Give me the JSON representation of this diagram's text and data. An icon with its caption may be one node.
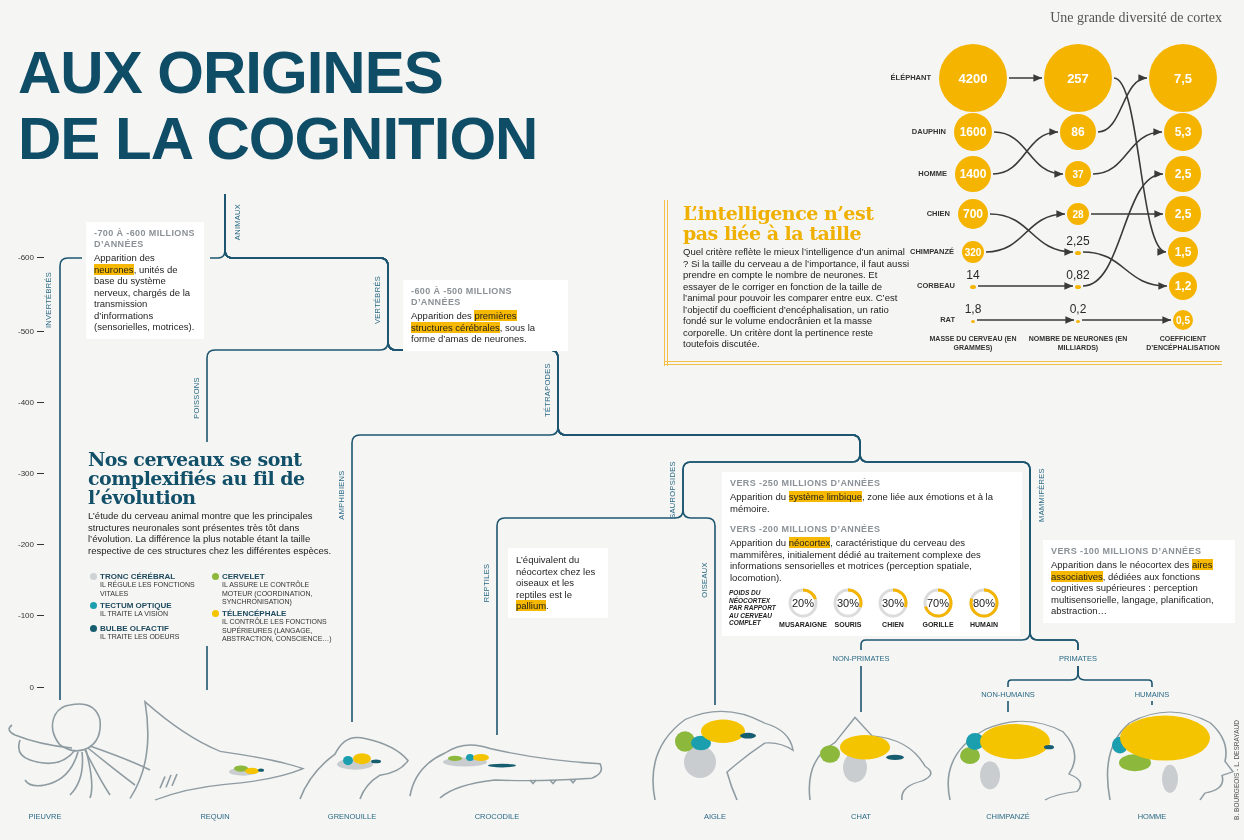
{
  "diagram": {
    "title": "AUX ORIGINES DE LA COGNITION",
    "nodes": [
      {
        "text": [
          "-700 À -600 MILLIONS D’ANNÉES",
          "Apparition des **neurones**, unités de base du système nerveux, chargés de la transmission d’informations (sensorielles, motrices)."
        ]
      },
      {
        "text": [
          "-600 À -500 MILLIONS D’ANNÉES",
          "Apparition des **premières structures cérébrales**, sous la forme d’amas de neurones."
        ]
      },
      {
        "text": [
          "L’équivalent du néocortex chez les oiseaux et les reptiles est le **pallium**."
        ]
      },
      {
        "text": [
          "VERS -250 MILLIONS D’ANNÉES",
          "Apparition du **système limbique**, zone liée aux émotions et à la mémoire."
        ]
      },
      {
        "text": [
          "VERS -200 MILLIONS D’ANNÉES",
          "Apparition du **néocortex**, caractéristique du cerveau des mammifères, initialement dédié au traitement complexe des informations sensorielles et motrices (perception spatiale, locomotion)."
        ]
      },
      {
        "text": [
          "VERS -100 MILLIONS D’ANNÉES",
          "Apparition dans le néocortex des **aires associatives**, dédiées aux fonctions cognitives supérieures : perception multisensorielle, langage, planification, abstraction…"
        ]
      },
      {
        "text": [
          "4200"
        ],
        "beside": [
          "ÉLÉPHANT"
        ]
      },
      {
        "text": [
          "257"
        ]
      },
      {
        "text": [
          "7,5"
        ]
      },
      {
        "text": [
          "1600"
        ],
        "beside": [
          "DAUPHIN"
        ]
      },
      {
        "text": [
          "86"
        ]
      },
      {
        "text": [
          "5,3"
        ]
      },
      {
        "text": [
          "1400"
        ],
        "beside": [
          "HOMME"
        ]
      },
      {
        "text": [
          "37"
        ]
      },
      {
        "text": [
          "2,5"
        ]
      },
      {
        "text": [
          "700"
        ],
        "beside": [
          "CHIEN"
        ]
      },
      {
        "text": [
          "28"
        ]
      },
      {
        "text": [
          "2,5"
        ]
      },
      {
        "text": [
          "320"
        ],
        "beside": [
          "CHIMPANZÉ"
        ]
      },
      {
        "text": [
          "2,25"
        ]
      },
      {
        "text": [
          "1,5"
        ]
      },
      {
        "text": [
          "14"
        ],
        "beside": [
          "CORBEAU"
        ]
      },
      {
        "text": [
          "0,82"
        ]
      },
      {
        "text": [
          "1,2"
        ]
      },
      {
        "text": [
          "1,8"
        ],
        "beside": [
          "RAT"
        ]
      },
      {
        "text": [
          "0,2"
        ]
      },
      {
        "text": [
          "0,5"
        ]
      },
      {
        "text": [
          "PIEUVRE"
        ]
      },
      {
        "text": [
          "REQUIN"
        ]
      },
      {
        "text": [
          "GRENOUILLE"
        ]
      },
      {
        "text": [
          "CROCODILE"
        ]
      },
      {
        "text": [
          "AIGLE"
        ]
      },
      {
        "text": [
          "CHAT"
        ]
      },
      {
        "text": [
          "CHIMPANZÉ"
        ]
      },
      {
        "text": [
          "HOMME"
        ]
      }
    ],
    "edges": [
      {
        "from": 6,
        "to": 7,
        "arrow": "to"
      },
      {
        "from": 9,
        "to": 13,
        "arrow": "to"
      },
      {
        "from": 12,
        "to": 10,
        "arrow": "to"
      },
      {
        "from": 15,
        "to": 19,
        "arrow": "to"
      },
      {
        "from": 18,
        "to": 16,
        "arrow": "to"
      },
      {
        "from": 21,
        "to": 22,
        "arrow": "to"
      },
      {
        "from": 24,
        "to": 25,
        "arrow": "to"
      },
      {
        "from": 7,
        "to": 20,
        "arrow": "to"
      },
      {
        "from": 10,
        "to": 8,
        "arrow": "to"
      },
      {
        "from": 13,
        "to": 11,
        "arrow": "to"
      },
      {
        "from": 16,
        "to": 17,
        "arrow": "to"
      },
      {
        "from": 19,
        "to": 23,
        "arrow": "to"
      },
      {
        "from": 22,
        "to": 14,
        "arrow": "to"
      },
      {
        "from": 25,
        "to": 26,
        "arrow": "to"
      },
      {
        "from": null,
        "to": 27,
        "arrow": "none",
        "color": "#1e5670"
      },
      {
        "from": null,
        "to": 28,
        "arrow": "none",
        "color": "#1e5670"
      },
      {
        "from": null,
        "to": 29,
        "arrow": "none",
        "color": "#1e5670"
      },
      {
        "from": null,
        "to": 30,
        "arrow": "none",
        "color": "#1e5670"
      },
      {
        "from": null,
        "to": 31,
        "arrow": "none",
        "color": "#1e5670"
      },
      {
        "from": null,
        "to": 32,
        "arrow": "none",
        "color": "#1e5670"
      },
      {
        "from": null,
        "to": 33,
        "arrow": "none",
        "color": "#1e5670"
      },
      {
        "from": null,
        "to": 34,
        "arrow": "none",
        "color": "#1e5670"
      }
    ],
    "labels": [
      "Une grande diversité de cortex",
      "L’intelligence n’est pas liée à la taille",
      "Quel critère reflète le mieux l’intelligence d’un animal ? Si la taille du cerveau a de l’importance, il faut aussi prendre en compte le nombre de neurones. Et essayer de le corriger en fonction de la taille de l’animal pour pouvoir les comparer entre eux. C’est l’objectif du coefficient d’encéphalisation, un ratio fondé sur le volume endocrânien et la masse corporelle. Un critère dont la pertinence reste toutefois discutée.",
      "MASSE DU CERVEAU (EN GRAMMES)",
      "NOMBRE DE NEURONES (EN MILLIARDS)",
      "COEFFICIENT D’ENCÉPHALISATION",
      "ANIMAUX",
      "-600",
      "INVERTÉBRÉS",
      "VERTÉBRÉS",
      "-500",
      "-400",
      "POISSONS",
      "TÉTRAPODES",
      "-300",
      "Nos cerveaux se sont complexifiés au fil de l’évolution",
      "L’étude du cerveau animal montre que les principales structures neuronales sont présentes très tôt dans l’évolution. La différence la plus notable étant la taille respective de ces structures chez les différentes espèces.",
      "AMPHIBIENS",
      "SAUROPSIDES",
      "MAMMIFÈRES",
      "-200",
      "REPTILES",
      "OISEAUX",
      "-100",
      "POIDS DU NÉOCORTEX PAR RAPPORT AU CERVEAU COMPLET",
      "20%",
      "30%",
      "30%",
      "70%",
      "80%",
      "MUSARAIGNE",
      "SOURIS",
      "CHIEN",
      "GORILLE",
      "HUMAIN",
      "NON-PRIMATES",
      "PRIMATES",
      "0",
      "NON-HUMAINS",
      "HUMAINS",
      "B. BOURGEOIS - L. DESRAYAUD"
    ],
    "legend": [
      {
        "text": "**TRONC CÉRÉBRAL** IL RÉGULE LES FONCTIONS VITALES",
        "color": "#cfd3d5"
      },
      {
        "text": "**TECTUM OPTIQUE** IL TRAITE LA VISION",
        "color": "#1b9fae"
      },
      {
        "text": "**BULBE OLFACTIF** IL TRAITE LES ODEURS",
        "color": "#175d70"
      },
      {
        "text": "**CERVELET** IL ASSURE LE CONTRÔLE MOTEUR (COORDINATION, SYNCHRONISATION)",
        "color": "#8cb83b"
      },
      {
        "text": "**TÉLENCÉPHALE** IL CONTRÔLE LES FONCTIONS SUPÉRIEURES (LANGAGE, ABSTRACTION, CONSCIENCE…)",
        "color": "#f5c400"
      }
    ]
  }
}
